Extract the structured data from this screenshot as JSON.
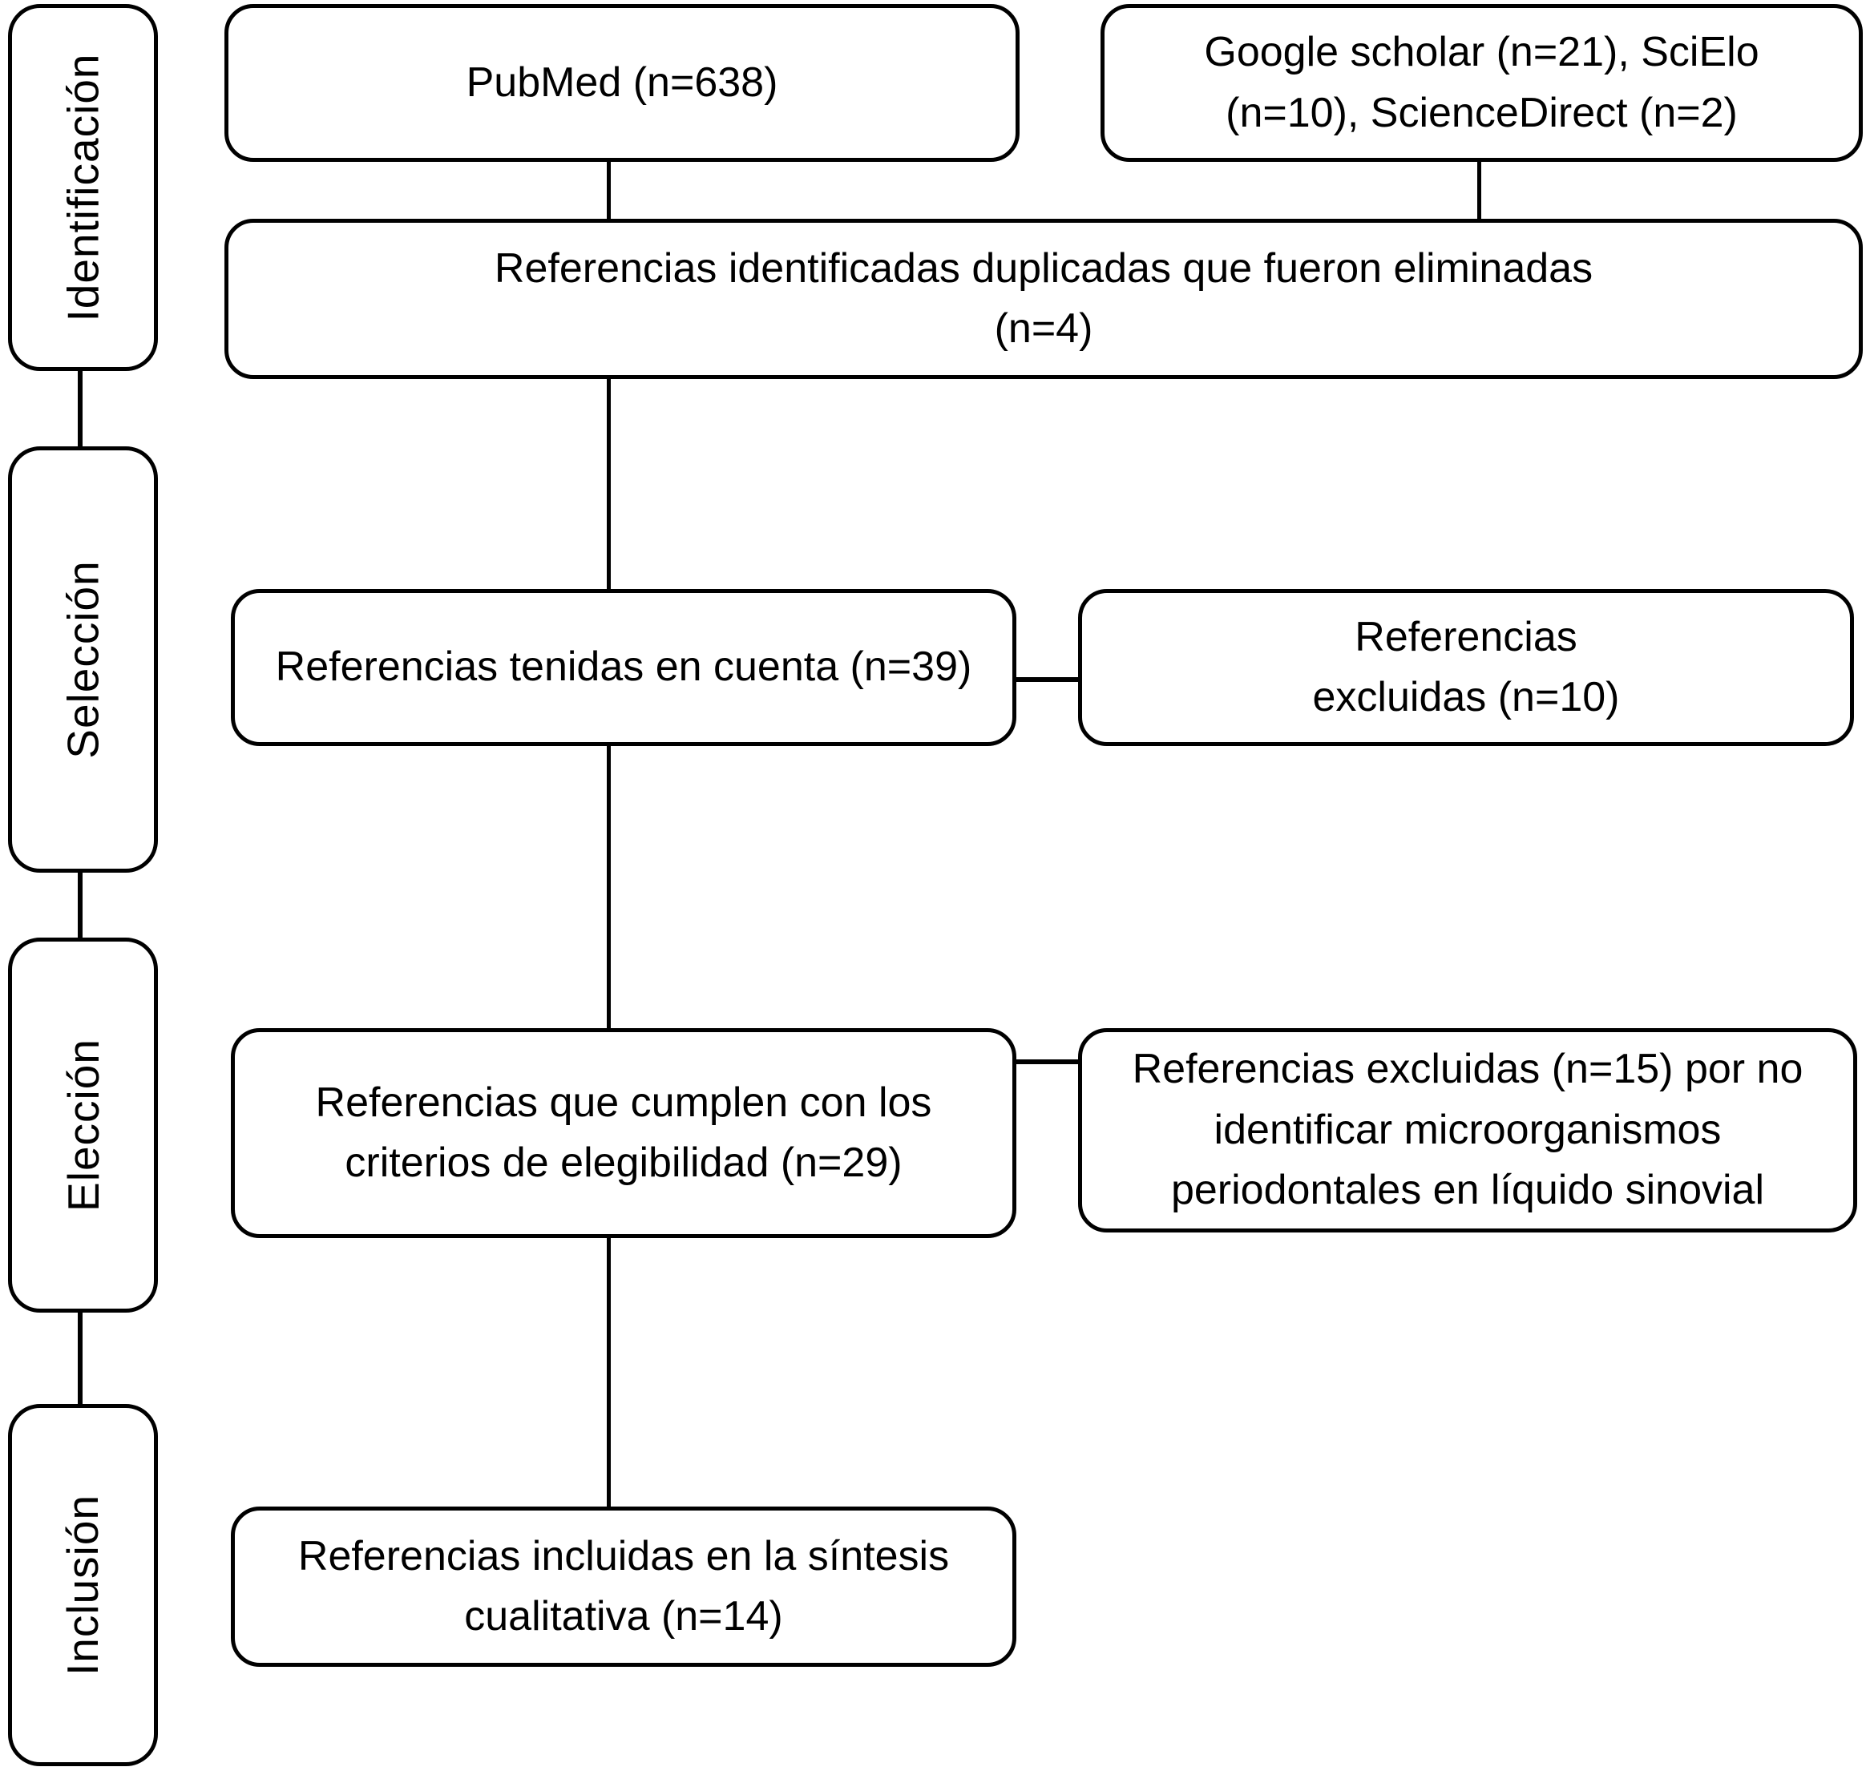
{
  "stages": [
    {
      "label": "Identificación"
    },
    {
      "label": "Selección"
    },
    {
      "label": "Elección"
    },
    {
      "label": "Inclusión"
    }
  ],
  "boxes": {
    "pubmed": {
      "text": "PubMed (n=638)"
    },
    "other_sources": {
      "text": "Google scholar (n=21), SciElo\n(n=10), ScienceDirect (n=2)"
    },
    "duplicates_removed": {
      "text": "Referencias identificadas duplicadas que fueron eliminadas\n(n=4)"
    },
    "references_considered": {
      "text": "Referencias tenidas en cuenta (n=39)"
    },
    "references_excluded": {
      "text": "Referencias\nexcluidas (n=10)"
    },
    "eligibility_met": {
      "text": "Referencias que cumplen con los\ncriterios de elegibilidad (n=29)"
    },
    "excluded_reason": {
      "text": "Referencias excluidas (n=15) por no\nidentificar microorganismos\nperiodontales en líquido sinovial"
    },
    "qualitative_synthesis": {
      "text": "Referencias incluidas en la síntesis\ncualitativa (n=14)"
    }
  },
  "colors": {
    "stroke": "#000000",
    "background": "#ffffff"
  }
}
